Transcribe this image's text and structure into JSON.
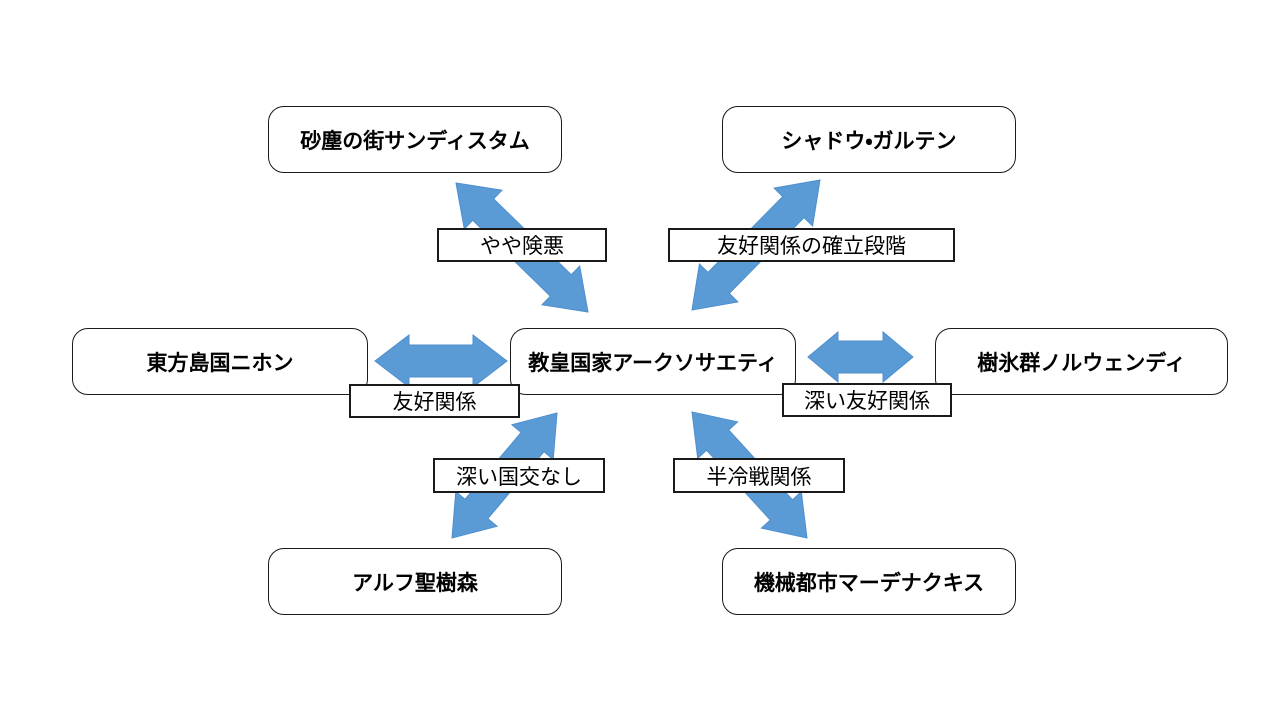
{
  "diagram": {
    "title": "nation-relationship-diagram",
    "colors": {
      "background": "#ffffff",
      "arrow_fill": "#5B9BD5",
      "arrow_stroke": "#4E8FCD",
      "box_border": "#1a1a1a",
      "text": "#000000"
    },
    "nodes": [
      {
        "id": "top-left",
        "label": "砂塵の街サンディスタム"
      },
      {
        "id": "top-right",
        "label": "シャドウ・ガルテン"
      },
      {
        "id": "left",
        "label": "東方島国ニホン"
      },
      {
        "id": "center",
        "label": "教皇国家アークソサエティ"
      },
      {
        "id": "right",
        "label": "樹氷群ノルウェンディ"
      },
      {
        "id": "bottom-left",
        "label": "アルフ聖樹森"
      },
      {
        "id": "bottom-right",
        "label": "機械都市マーデナクキス"
      }
    ],
    "edges": [
      {
        "from": "center",
        "to": "top-left",
        "type": "double-arrow",
        "label": "やや険悪"
      },
      {
        "from": "center",
        "to": "top-right",
        "type": "double-arrow",
        "label": "友好関係の確立段階"
      },
      {
        "from": "center",
        "to": "left",
        "type": "double-arrow",
        "label": "友好関係"
      },
      {
        "from": "center",
        "to": "right",
        "type": "double-arrow",
        "label": "深い友好関係"
      },
      {
        "from": "center",
        "to": "bottom-left",
        "type": "double-arrow",
        "label": "深い国交なし"
      },
      {
        "from": "center",
        "to": "bottom-right",
        "type": "double-arrow",
        "label": "半冷戦関係"
      }
    ]
  }
}
